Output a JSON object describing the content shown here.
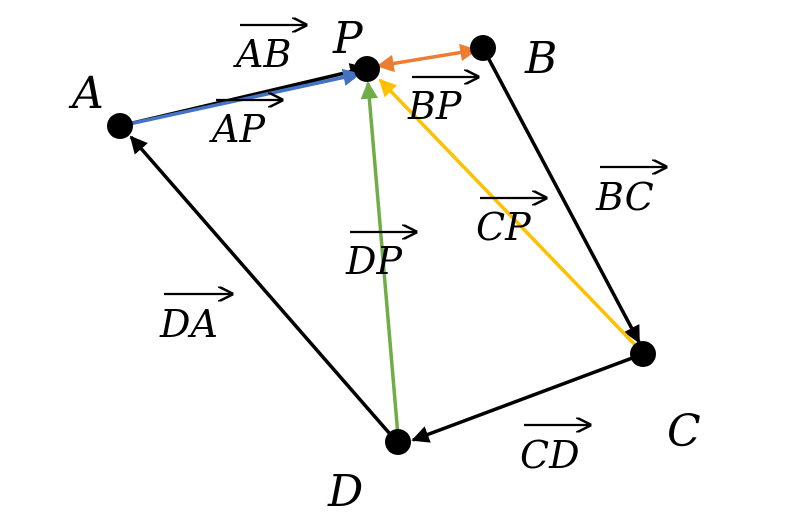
{
  "points": {
    "A": {
      "label": "A"
    },
    "B": {
      "label": "B"
    },
    "C": {
      "label": "C"
    },
    "D": {
      "label": "D"
    },
    "P": {
      "label": "P"
    }
  },
  "vectors": {
    "AB": {
      "label": "AB",
      "color": "#000000"
    },
    "BC": {
      "label": "BC",
      "color": "#000000"
    },
    "CD": {
      "label": "CD",
      "color": "#000000"
    },
    "DA": {
      "label": "DA",
      "color": "#000000"
    },
    "AP": {
      "label": "AP",
      "color": "#4472C4"
    },
    "BP": {
      "label": "BP",
      "color": "#ED7D31"
    },
    "CP": {
      "label": "CP",
      "color": "#FFC000"
    },
    "DP": {
      "label": "DP",
      "color": "#70AD47"
    }
  }
}
